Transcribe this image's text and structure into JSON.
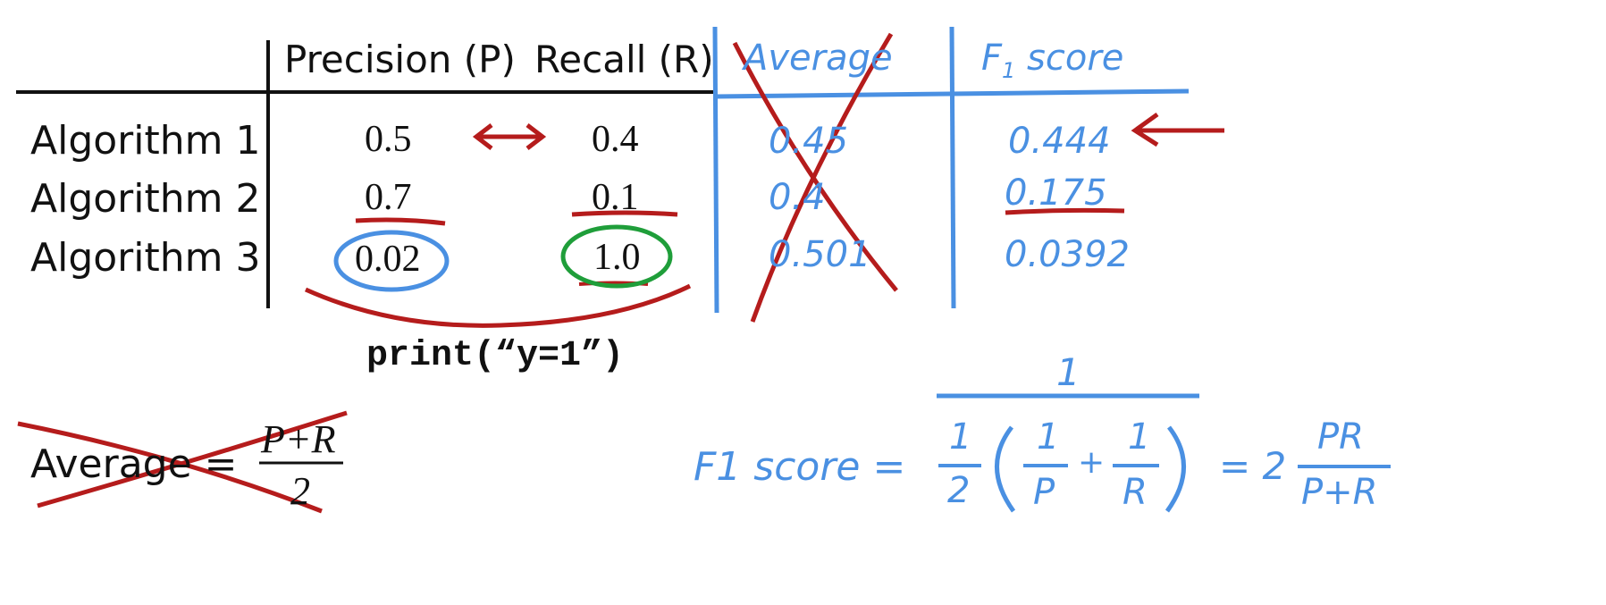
{
  "table": {
    "headers": {
      "precision": "Precision (P)",
      "recall": "Recall (R)",
      "average": "Average",
      "f1_prefix": "F",
      "f1_sub": "1",
      "f1_suffix": " score"
    },
    "rows": [
      {
        "label": "Algorithm 1",
        "precision": "0.5",
        "recall": "0.4",
        "average": "0.45",
        "f1": "0.444"
      },
      {
        "label": "Algorithm 2",
        "precision": "0.7",
        "recall": "0.1",
        "average": "0.4",
        "f1": "0.175"
      },
      {
        "label": "Algorithm 3",
        "precision": "0.02",
        "recall": "1.0",
        "average": "0.501",
        "f1": "0.0392"
      }
    ]
  },
  "code_note": "print(“y=1”)",
  "average_formula": {
    "lhs": "Average = ",
    "numerator": "P+R",
    "denominator": "2"
  },
  "f1_formula": {
    "lhs": "F1 score =",
    "top_one": "1",
    "half_num": "1",
    "half_den": "2",
    "p_num": "1",
    "p_den": "P",
    "plus": "+",
    "r_num": "1",
    "r_den": "R",
    "equals_two": "= 2",
    "pr_num": "PR",
    "pr_den": "P+R"
  },
  "colors": {
    "ink": "#111111",
    "blue": "#4a90e2",
    "red": "#b51c1c",
    "green": "#1f9e3a"
  }
}
